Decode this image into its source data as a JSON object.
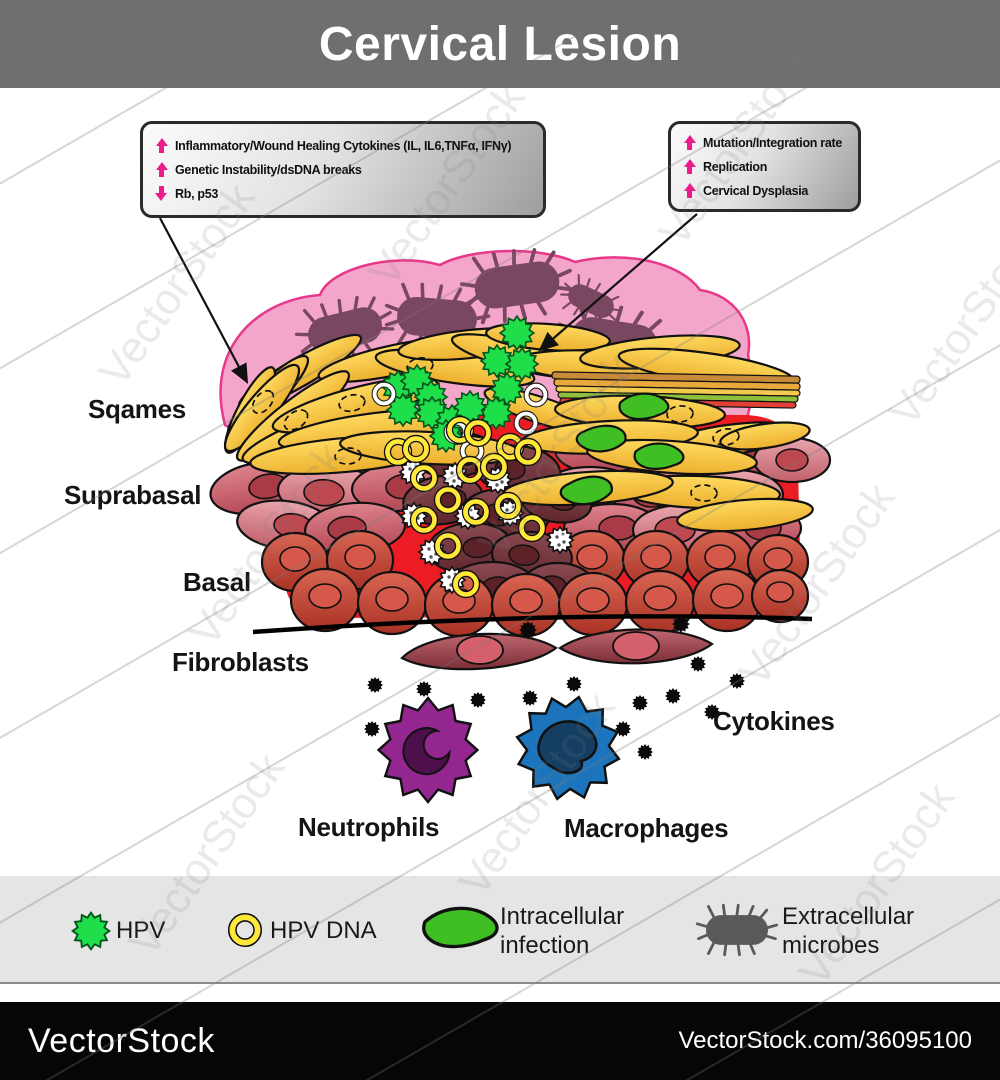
{
  "header": {
    "title": "Cervical Lesion"
  },
  "callouts": {
    "left": {
      "items": [
        {
          "arrow": "up",
          "text": "Inflammatory/Wound Healing Cytokines (IL, IL6,TNFα, IFNγ)"
        },
        {
          "arrow": "up",
          "text": "Genetic Instability/dsDNA breaks"
        },
        {
          "arrow": "down",
          "text": "Rb, p53"
        }
      ]
    },
    "right": {
      "items": [
        {
          "arrow": "up",
          "text": "Mutation/Integration rate"
        },
        {
          "arrow": "up",
          "text": "Replication"
        },
        {
          "arrow": "up",
          "text": "Cervical Dysplasia"
        }
      ]
    }
  },
  "tissue_labels": {
    "squames": "Sqames",
    "suprabasal": "Suprabasal",
    "basal": "Basal",
    "fibroblasts": "Fibroblasts",
    "cytokines": "Cytokines",
    "neutrophils": "Neutrophils",
    "macrophages": "Macrophages"
  },
  "legend": {
    "items": [
      {
        "icon": "hpv-particle-icon",
        "lines": [
          "HPV"
        ]
      },
      {
        "icon": "hpv-dna-ring-icon",
        "lines": [
          "HPV DNA"
        ]
      },
      {
        "icon": "intracellular-infection-icon",
        "lines": [
          "Intracellular",
          "infection"
        ]
      },
      {
        "icon": "extracellular-microbe-icon",
        "lines": [
          "Extracellular",
          "microbes"
        ]
      }
    ]
  },
  "footer": {
    "brand": "VectorStock",
    "credit": "VectorStock.com/36095100"
  },
  "watermark": {
    "text": "VectorStock"
  },
  "colors": {
    "top_bar": "#6f6f6f",
    "arrow_pink": "#ec1c8e",
    "mucus_pink": "#f3a6ca",
    "microbe_plum": "#7a4760",
    "squame_yellow": "#fbcb43",
    "hpv_green": "#1ede4a",
    "dna_yellow": "#ffe838",
    "infection_green": "#3fbf23",
    "stroma_red": "#ec1c24",
    "neutrophil_purple": "#93278f",
    "macrophage_blue": "#1c75bc",
    "legend_bg": "#e5e5e5",
    "footer_black": "#060606"
  }
}
